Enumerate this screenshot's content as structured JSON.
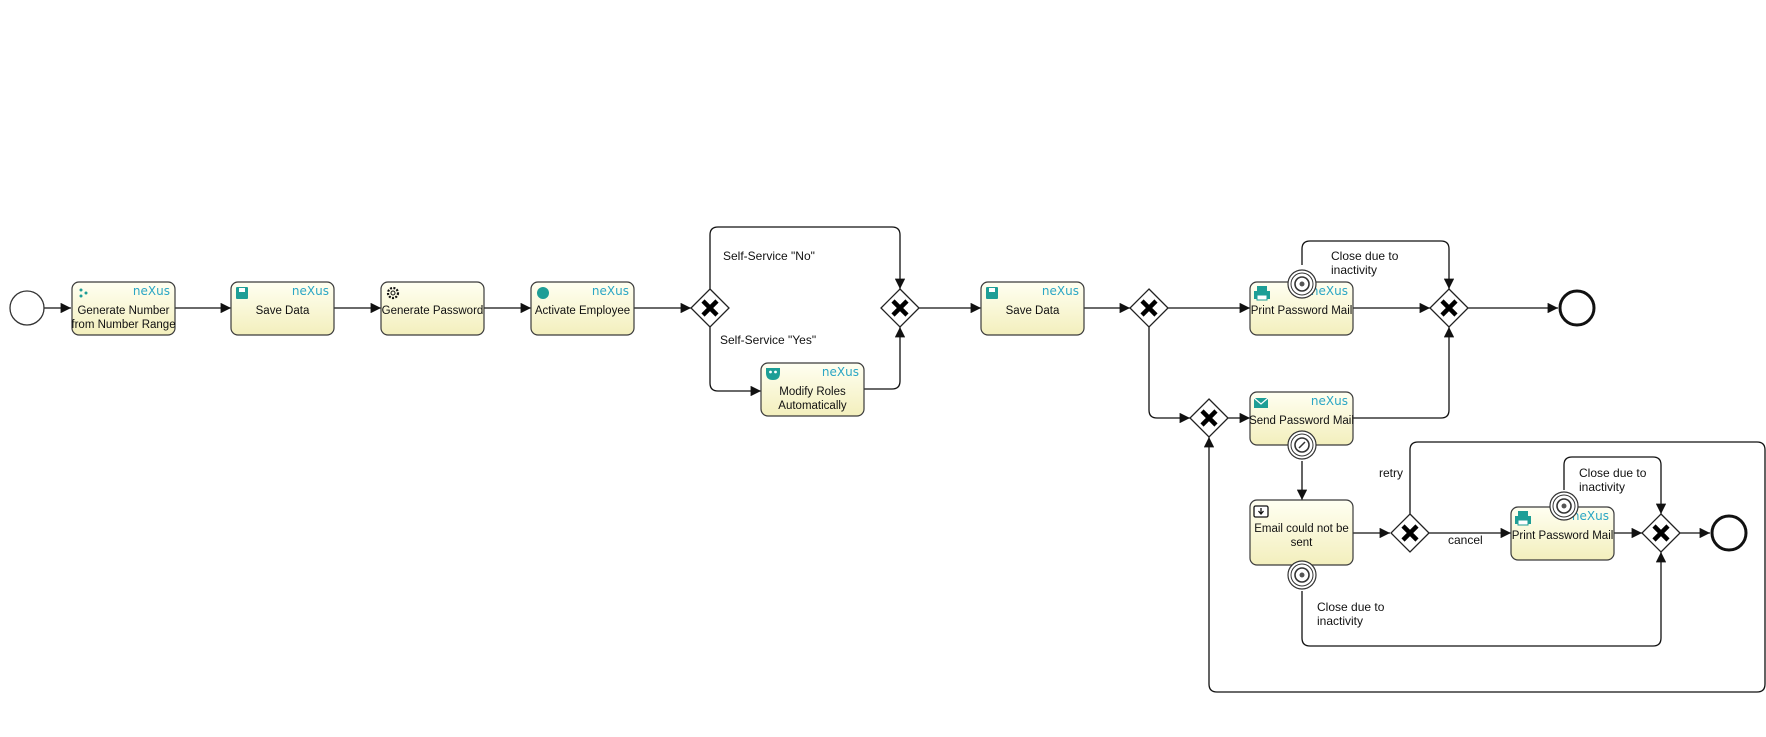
{
  "brand_label": "neXus",
  "tasks": {
    "generate_number": [
      "Generate Number",
      "from Number Range"
    ],
    "save_data_1": [
      "Save Data"
    ],
    "generate_password": [
      "Generate Password"
    ],
    "activate_employee": [
      "Activate Employee"
    ],
    "modify_roles": [
      "Modify Roles",
      "Automatically"
    ],
    "save_data_2": [
      "Save Data"
    ],
    "print_mail_1": [
      "Print Password Mail"
    ],
    "send_mail": [
      "Send Password Mail"
    ],
    "email_failed": [
      "Email could not be",
      "sent"
    ],
    "print_mail_2": [
      "Print Password Mail"
    ]
  },
  "flow_labels": {
    "self_service_no": "Self-Service \"No\"",
    "self_service_yes": "Self-Service \"Yes\"",
    "close_inactivity_1": [
      "Close due to",
      "inactivity"
    ],
    "close_inactivity_2": [
      "Close due to",
      "inactivity"
    ],
    "close_inactivity_3": [
      "Close due to",
      "inactivity"
    ],
    "retry": "retry",
    "cancel": "cancel"
  },
  "colors": {
    "task_fill_top": "#fffff2",
    "task_fill_bottom": "#f5f2c2",
    "brand": "#2aa6c4",
    "icon_teal": "#1e9e96"
  },
  "icons": {
    "generate_number": "number-range-icon",
    "save_data_1": "floppy-disk-icon",
    "generate_password": "gear-icon",
    "activate_employee": "dot-icon",
    "modify_roles": "mask-icon",
    "save_data_2": "floppy-disk-icon",
    "print_mail_1": "printer-icon",
    "send_mail": "envelope-icon",
    "email_failed": "download-icon",
    "print_mail_2": "printer-icon"
  }
}
